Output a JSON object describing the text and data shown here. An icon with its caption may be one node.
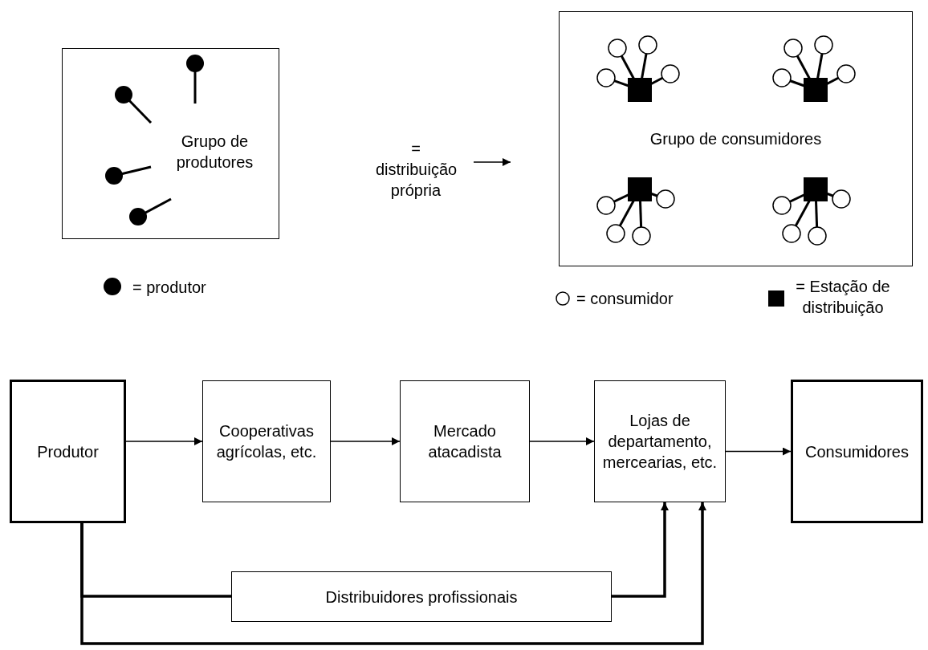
{
  "diagram": {
    "nodes": [
      {
        "text": [
          "Grupo de produtores"
        ]
      },
      {
        "text": [
          "Grupo de consumidores"
        ]
      },
      {
        "text": [
          "Produtor"
        ]
      },
      {
        "text": [
          "Cooperativas agrícolas, etc."
        ]
      },
      {
        "text": [
          "Mercado atacadista"
        ]
      },
      {
        "text": [
          "Lojas de departamento, mercearias, etc."
        ]
      },
      {
        "text": [
          "Consumidores"
        ]
      },
      {
        "text": [
          "Distribuidores profissionais"
        ]
      }
    ],
    "edges": [
      {
        "from": 2,
        "to": 3,
        "arrow": "to"
      },
      {
        "from": 3,
        "to": 4,
        "arrow": "to"
      },
      {
        "from": 4,
        "to": 5,
        "arrow": "to"
      },
      {
        "from": 5,
        "to": 6,
        "arrow": "to"
      },
      {
        "from": 2,
        "to": 7,
        "arrow": "none",
        "style": "thick"
      },
      {
        "from": 7,
        "to": 5,
        "arrow": "to",
        "style": "thick"
      },
      {
        "from": 2,
        "to": 5,
        "arrow": "to",
        "style": "thick"
      }
    ],
    "legend": [
      {
        "text": "= distribuição própria"
      },
      {
        "text": "= produtor"
      },
      {
        "text": "= consumidor"
      },
      {
        "text": "= Estação de distribuição"
      }
    ]
  }
}
